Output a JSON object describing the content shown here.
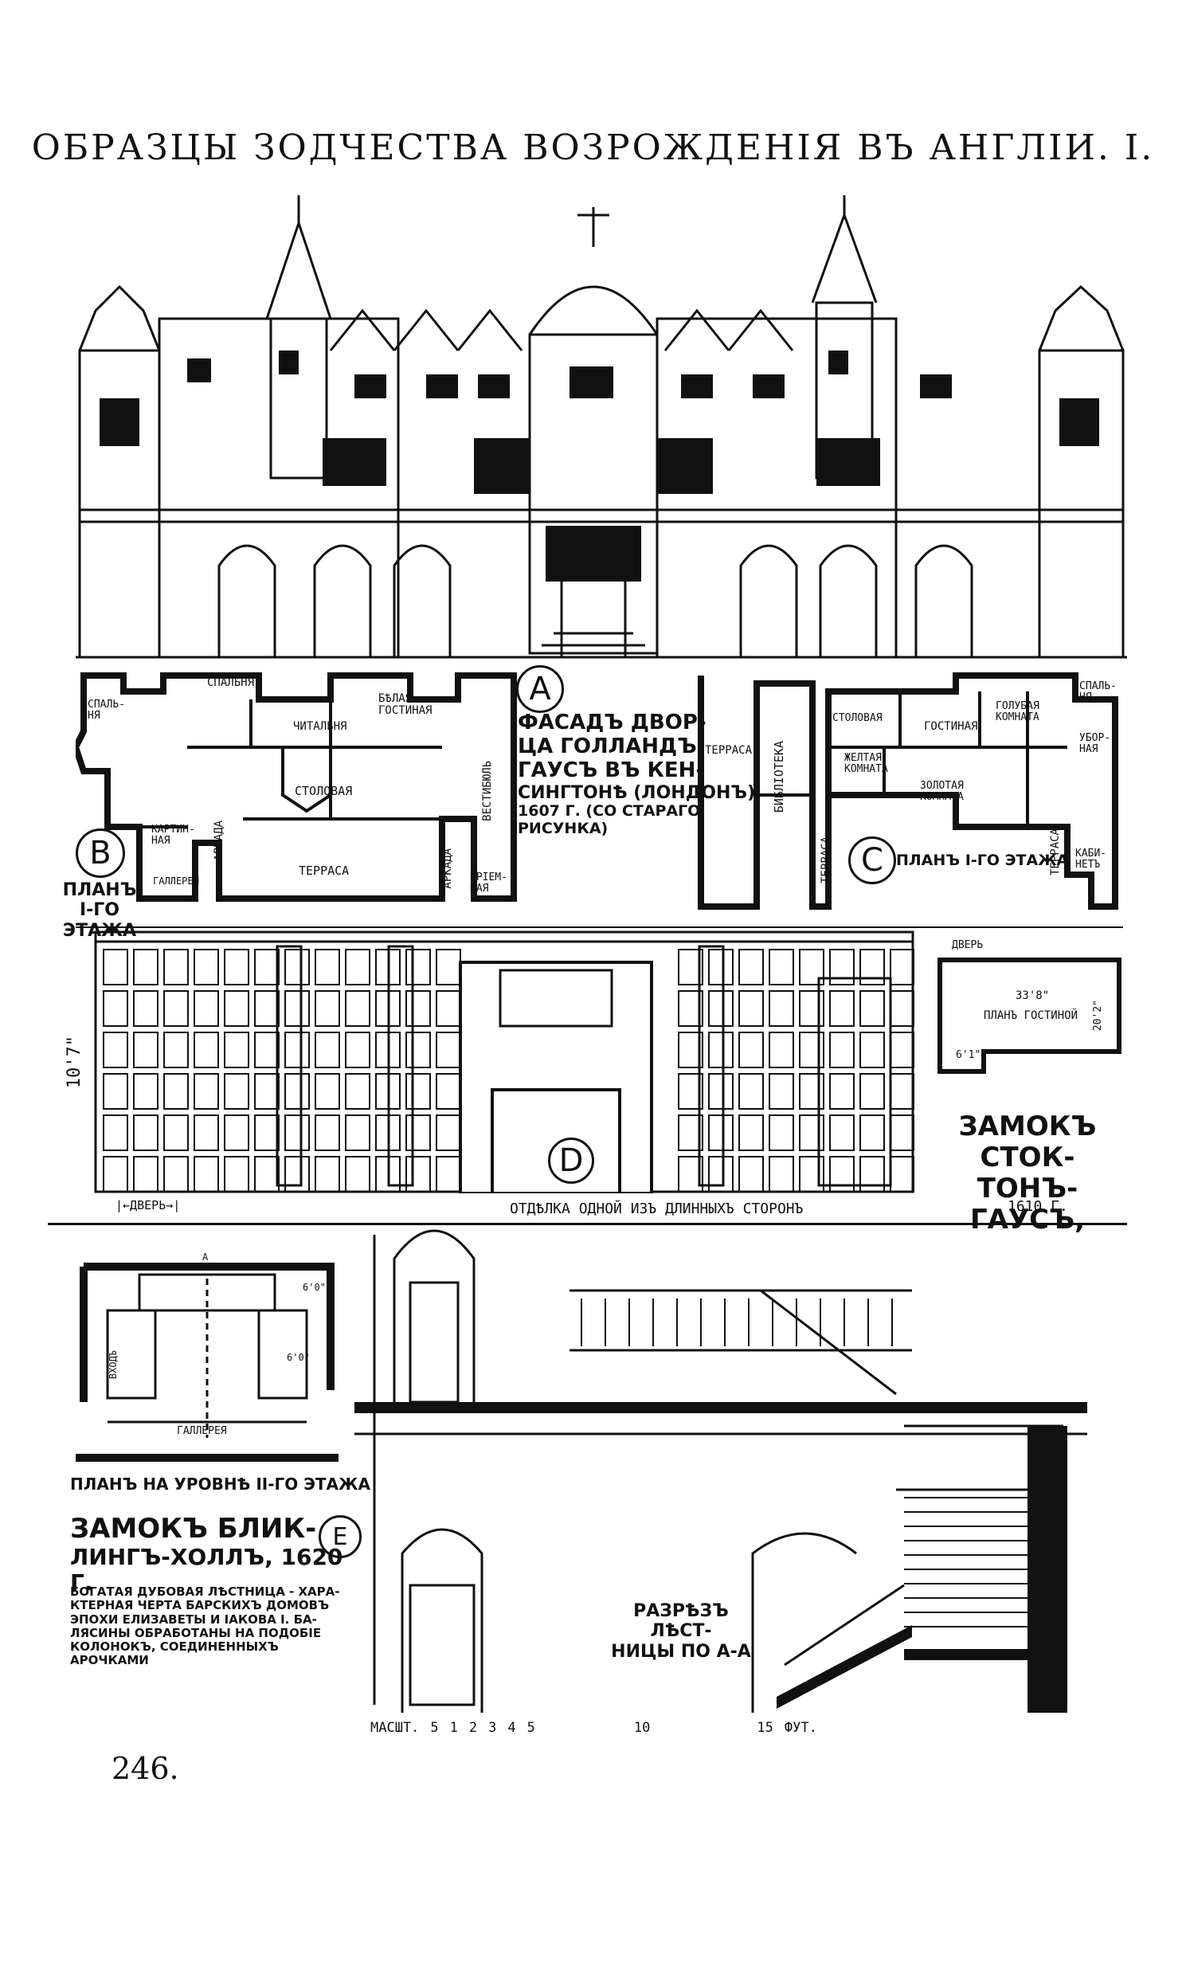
{
  "header": {
    "title": "ОБРАЗЦЫ ЗОДЧЕСТВА ВОЗРОЖДЕНIЯ ВЪ АНГЛIИ. I."
  },
  "plate_a": {
    "letter": "A",
    "caption_lines": [
      "ФАСАДЪ ДВОР-",
      "ЦА ГОЛЛАНДЪ-",
      "ГАУСЪ ВЪ КЕН-",
      "СИНГТОНѢ (ЛОНДОНЪ)",
      "1607 Г. (СО СТАРАГО РИСУНКА)"
    ]
  },
  "plate_b": {
    "letter": "B",
    "plan_label_lines": [
      "ПЛАНЪ",
      "I-ГО ЭТАЖА"
    ],
    "rooms": {
      "spalnya_left": "СПАЛЬ-НЯ",
      "spalnya": "СПАЛЬНЯ",
      "chitalnya": "ЧИТАЛЬНЯ",
      "belaya_gostinaya": "БѢЛАЯ ГОСТИНАЯ",
      "stolovaya": "СТОЛОВАЯ",
      "kartinnaya": "КАРТИН-НАЯ",
      "gallereya": "ГАЛЛЕРЕЯ",
      "arkada_left": "АРКАДА",
      "terrasa": "ТЕРРАСА",
      "arkada_right": "АРКАДА",
      "vestibyul": "ВЕСТИБЮЛЬ",
      "priemnaya": "ПРIЕМ-НАЯ"
    }
  },
  "plate_c": {
    "letter": "C",
    "plan_label": "ПЛАНЪ I-ГО ЭТАЖА",
    "rooms": {
      "terrasa_top": "ТЕРРАСА",
      "biblioteka": "БИБЛIОТЕКА",
      "stolovaya": "СТОЛОВАЯ",
      "gostinaya": "ГОСТИНАЯ",
      "golubaya": "ГОЛУБАЯ КОМНАТА",
      "spalnya": "СПАЛЬ-НЯ",
      "zheltaya": "ЖЕЛТАЯ КОМНАТА",
      "zolotaya": "ЗОЛОТАЯ КОМНАТА",
      "ubornaya": "УБОР-НАЯ",
      "terrasa_left": "ТЕРРАСА",
      "terrasa_right": "ТЕРРАСА",
      "kabinet": "КАБИ-НЕТЪ"
    }
  },
  "plate_d": {
    "letter": "D",
    "height_mark": "10'7\"",
    "door_mark": "|←ДВЕРЬ→|",
    "caption": "ОТДѢЛКА ОДНОЙ ИЗЪ ДЛИННЫХЪ СТОРОНЪ",
    "small_plan": {
      "door": "ДВЕРЬ",
      "length": "33'8\"",
      "label": "ПЛАНЪ ГОСТИНОЙ",
      "width": "20'2\"",
      "small_dim": "6'1\""
    },
    "castle_lines": [
      "ЗАМОКЪ СТОК-",
      "ТОНЪ-ГАУСЪ,"
    ],
    "year": "1610 Г."
  },
  "plate_e": {
    "letter": "E",
    "plan_marks": {
      "six_top": "6'0\"",
      "six_mid": "6'0\"",
      "vkhod": "ВХОДЪ",
      "gallereya": "ГАЛЛЕРЕЯ",
      "arrow": "A"
    },
    "plan_label": "ПЛАНЪ НА УРОВНѢ II-ГО ЭТАЖА",
    "castle_title_lines": [
      "ЗАМОКЪ БЛИК-",
      "ЛИНГЪ-ХОЛЛЪ, 1620 Г."
    ],
    "description_lines": [
      "БОГАТАЯ ДУБОВАЯ ЛѢСТНИЦА - ХАРА-",
      "КТЕРНАЯ ЧЕРТА БАРСКИХЪ ДОМОВЪ",
      "ЭПОХИ ЕЛИЗАВЕТЫ И IАКОВА I. БА-",
      "ЛЯСИНЫ ОБРАБОТАНЫ НА ПОДОБIЕ",
      "КОЛОНОКЪ, СОЕДИНЕННЫХЪ АРОЧКАМИ"
    ],
    "section_lines": [
      "РАЗРѢЗЪ ЛѢСТ-",
      "НИЦЫ ПО А-А"
    ],
    "scale": {
      "label": "МАСШТ.",
      "ticks": [
        "5",
        "1",
        "2",
        "3",
        "4",
        "5",
        "10",
        "15"
      ],
      "unit": "ФУТ."
    }
  },
  "footer": {
    "page_number": "246."
  }
}
